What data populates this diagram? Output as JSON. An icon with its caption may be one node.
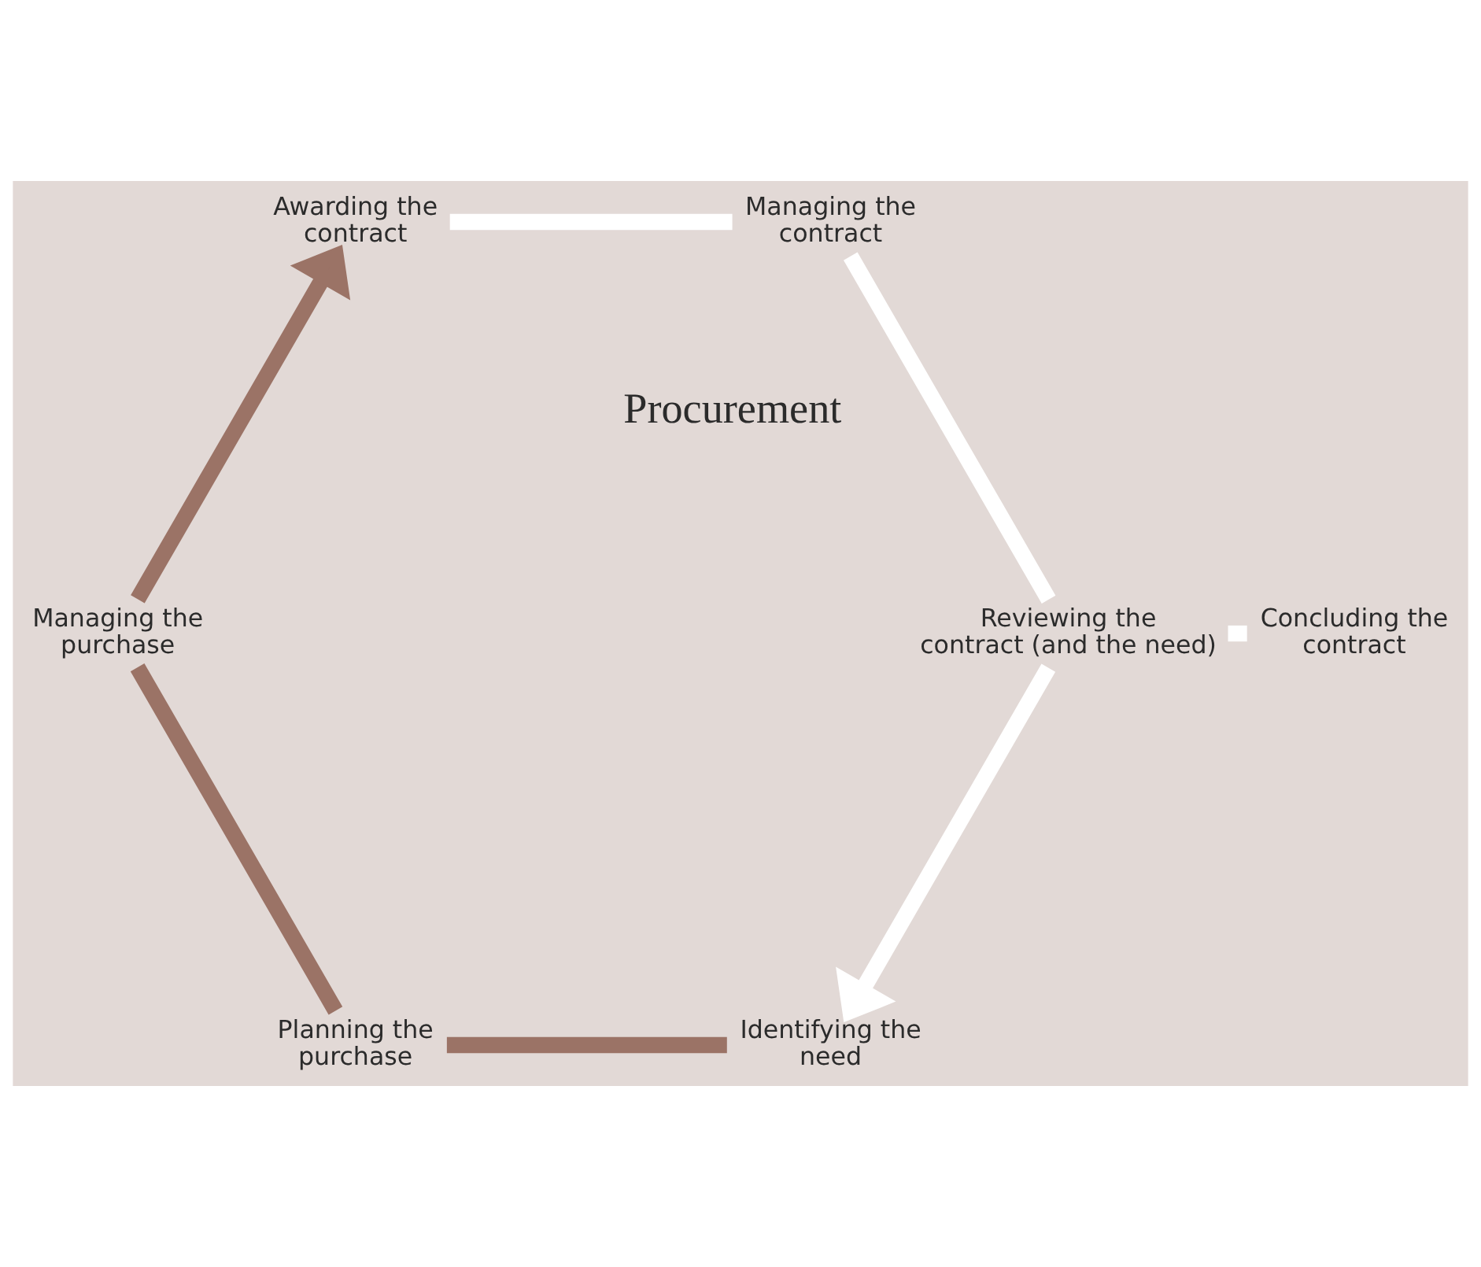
{
  "diagram": {
    "nodes": [
      {
        "text": [
          "Identifying the need"
        ]
      },
      {
        "text": [
          "Planning the purchase"
        ]
      },
      {
        "text": [
          "Managing the purchase"
        ]
      },
      {
        "text": [
          "Awarding the contract"
        ]
      },
      {
        "text": [
          "Managing the contract"
        ]
      },
      {
        "text": [
          "Reviewing the contract (and the need)"
        ]
      },
      {
        "text": [
          "Concluding the contract"
        ]
      }
    ],
    "edges": [
      {
        "from": 0,
        "to": 1,
        "arrow": "none",
        "color": "#9b7366"
      },
      {
        "from": 1,
        "to": 2,
        "arrow": "none",
        "color": "#9b7366"
      },
      {
        "from": 2,
        "to": 3,
        "arrow": "to",
        "color": "#9b7366"
      },
      {
        "from": 3,
        "to": 4,
        "arrow": "none",
        "color": "#ffffff"
      },
      {
        "from": 4,
        "to": 5,
        "arrow": "none",
        "color": "#ffffff"
      },
      {
        "from": 5,
        "to": 0,
        "arrow": "to",
        "color": "#ffffff"
      },
      {
        "from": 5,
        "to": 6,
        "arrow": "none",
        "color": "#ffffff"
      }
    ],
    "labels": [
      "Procurement"
    ]
  }
}
